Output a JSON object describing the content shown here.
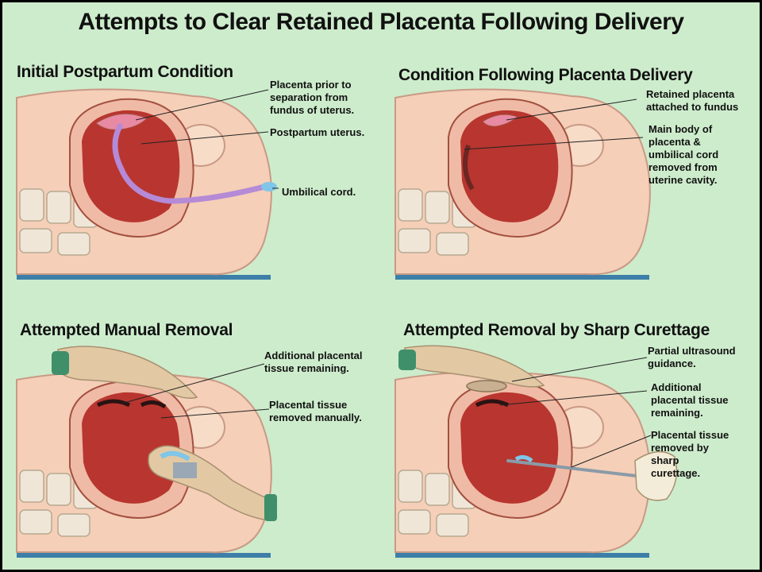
{
  "title": "Attempts to Clear Retained Placenta Following Delivery",
  "panels": [
    {
      "title": "Initial Postpartum Condition",
      "labels": [
        "Placenta prior to\nseparation from\nfundus of uterus.",
        "Postpartum uterus.",
        "Umbilical cord."
      ]
    },
    {
      "title": "Condition Following Placenta Delivery",
      "labels": [
        "Retained placenta\nattached to fundus",
        "Main body of\nplacenta &\numbilical cord\nremoved from\nuterine cavity."
      ]
    },
    {
      "title": "Attempted Manual Removal",
      "labels": [
        "Additional placental\ntissue remaining.",
        "Placental tissue\nremoved manually."
      ]
    },
    {
      "title": "Attempted Removal by Sharp Curettage",
      "labels": [
        "Partial ultrasound\nguidance.",
        "Additional\nplacental tissue\nremaining.",
        "Placental tissue\nremoved by\nsharp\ncurettage."
      ]
    }
  ],
  "colors": {
    "background": "#cdeccc",
    "skin": "#f5cfb8",
    "uterus_wall": "#f0bba6",
    "uterus_cavity": "#b8362f",
    "placenta": "#e88aa3",
    "cord": "#b58ad6",
    "glove": "#e2c9a4",
    "sleeve": "#3f8f6a",
    "instrument": "#8a9aa8"
  }
}
